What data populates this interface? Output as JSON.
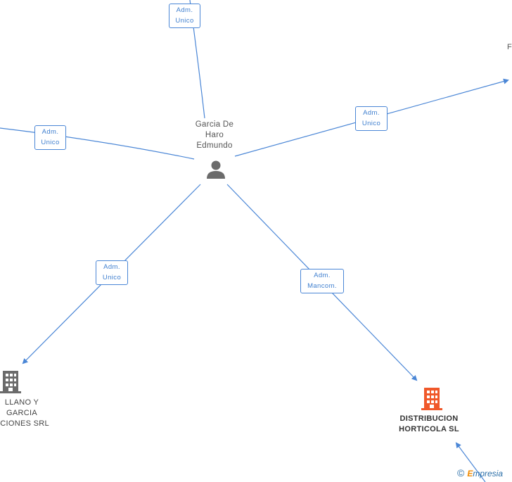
{
  "person": {
    "name_lines": [
      "Garcia De",
      "Haro",
      "Edmundo"
    ],
    "icon": "person-icon"
  },
  "companies": {
    "main": {
      "name_lines": [
        "DISTRIBUCION",
        "HORTICOLA SL"
      ],
      "icon": "building-icon",
      "color": "#f0582a"
    },
    "left": {
      "name_lines": [
        "LLANO Y",
        "GARCIA",
        "CCIONES SRL"
      ],
      "icon": "building-icon",
      "color": "#6b6b6b"
    },
    "top_right_partial": "F"
  },
  "roles": {
    "top": [
      "Adm.",
      "Unico"
    ],
    "left": [
      "Adm.",
      "Unico"
    ],
    "right": [
      "Adm.",
      "Unico"
    ],
    "bottom_left": [
      "Adm.",
      "Unico"
    ],
    "bottom_right": [
      "Adm.",
      "Mancom."
    ]
  },
  "watermark": {
    "copyright": "©",
    "brand_first": "E",
    "brand_rest": "mpresia"
  },
  "colors": {
    "edge": "#4a86d6",
    "person_icon": "#6b6b6b"
  }
}
